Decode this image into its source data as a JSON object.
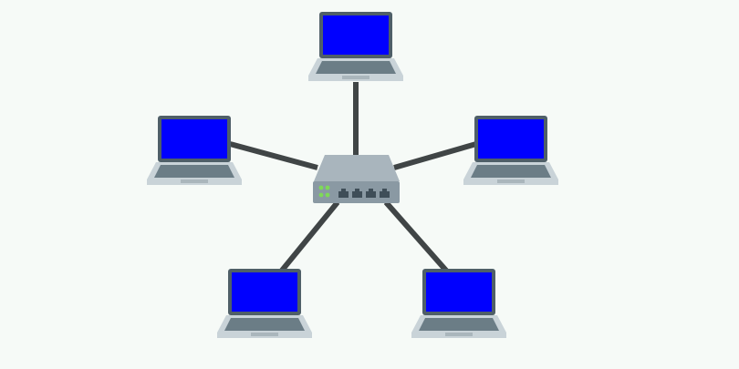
{
  "diagram": {
    "type": "star-network-topology",
    "hub": {
      "kind": "network-switch",
      "port_count": 4,
      "status_leds": 4
    },
    "nodes": [
      {
        "kind": "laptop",
        "id": "top"
      },
      {
        "kind": "laptop",
        "id": "left"
      },
      {
        "kind": "laptop",
        "id": "right"
      },
      {
        "kind": "laptop",
        "id": "bottom-left"
      },
      {
        "kind": "laptop",
        "id": "bottom-right"
      }
    ],
    "colors": {
      "background": "#f6faf7",
      "screen": "#0000ff",
      "bezel": "#4f5f68",
      "laptop_base": "#c9d3d8",
      "keyboard": "#6b7d86",
      "cable": "#404546",
      "switch_top": "#a9b5bd",
      "switch_front": "#8a99a3",
      "port": "#3f4e58",
      "led": "#7ed957"
    }
  }
}
